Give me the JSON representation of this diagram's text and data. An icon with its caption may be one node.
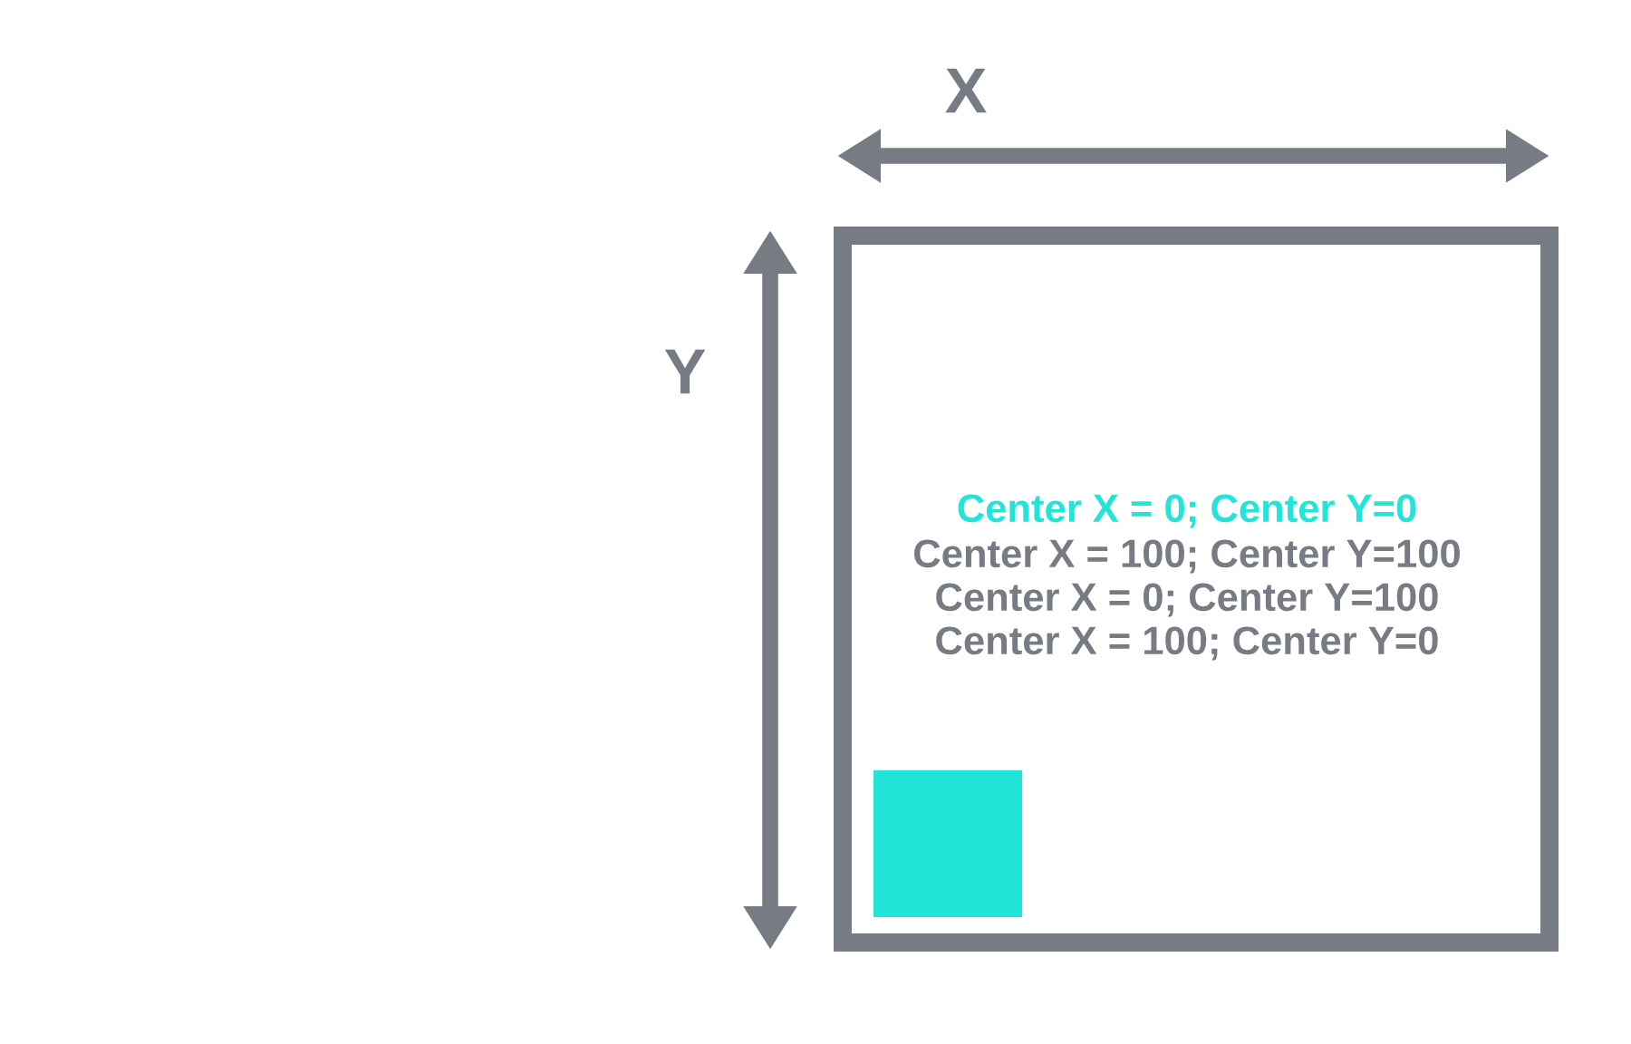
{
  "diagram": {
    "nodes": [
      {
        "text": [
          "Center X = 0; Center Y=0",
          "Center X = 100; Center Y=100",
          "Center X = 0; Center Y=100",
          "Center X = 100; Center Y=0"
        ]
      },
      {
        "text": [],
        "shape": "box",
        "in": 0
      }
    ],
    "labels": [
      "X",
      "Y"
    ]
  }
}
